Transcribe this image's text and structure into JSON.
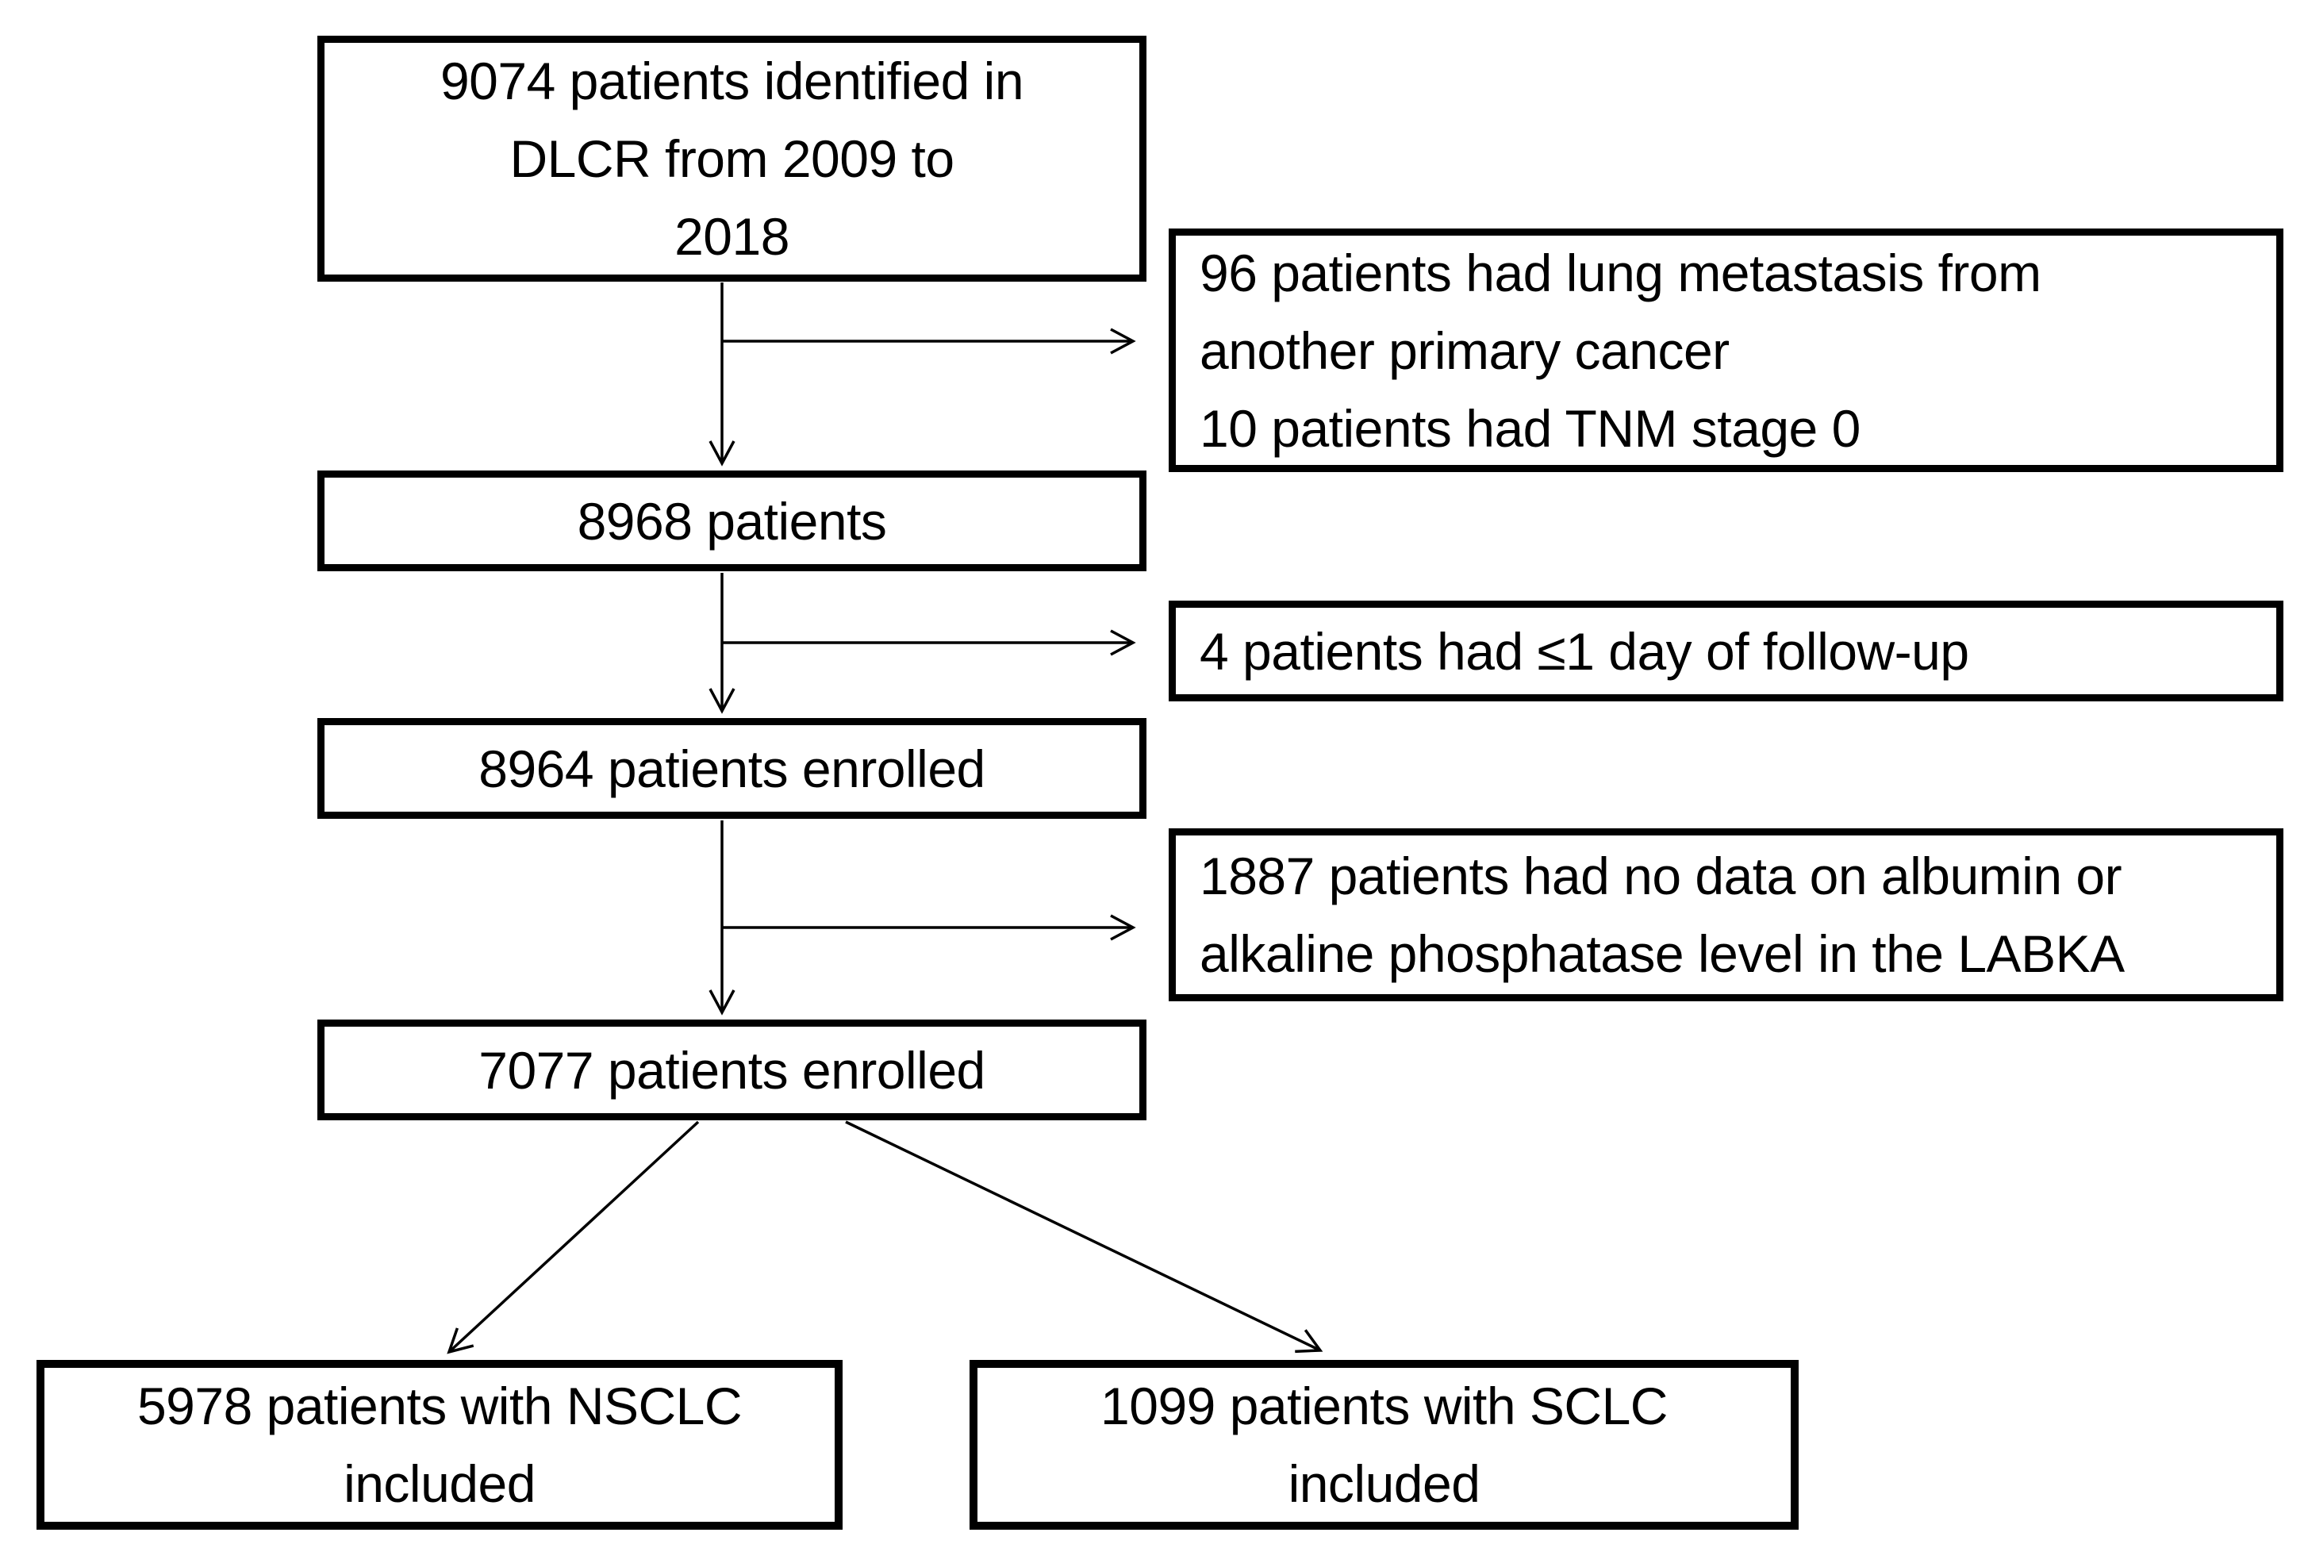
{
  "diagram": {
    "colors": {
      "background": "#ffffff",
      "line": "#000000",
      "text": "#000000"
    },
    "nodes": {
      "identified": {
        "lines": [
          "9074 patients identified in",
          "DLCR from 2009 to",
          "2018"
        ]
      },
      "excluded_metastasis": {
        "lines": [
          "96 patients had lung metastasis from",
          "another primary cancer",
          "10 patients had TNM stage 0"
        ]
      },
      "patients_8968": {
        "lines": [
          "8968 patients"
        ]
      },
      "excluded_followup": {
        "lines": [
          "4 patients had ≤1 day of follow-up"
        ]
      },
      "enrolled_8964": {
        "lines": [
          "8964 patients enrolled"
        ]
      },
      "excluded_labka": {
        "lines": [
          "1887 patients had no data on albumin or",
          "alkaline phosphatase level in the LABKA"
        ]
      },
      "enrolled_7077": {
        "lines": [
          "7077 patients enrolled"
        ]
      },
      "nsclc_included": {
        "lines": [
          "5978 patients with NSCLC",
          "included"
        ]
      },
      "sclc_included": {
        "lines": [
          "1099 patients with SCLC",
          "included"
        ]
      }
    },
    "edges": [
      {
        "from": "identified",
        "to": "patients_8968"
      },
      {
        "from": "identified",
        "to": "excluded_metastasis"
      },
      {
        "from": "patients_8968",
        "to": "enrolled_8964"
      },
      {
        "from": "patients_8968",
        "to": "excluded_followup"
      },
      {
        "from": "enrolled_8964",
        "to": "enrolled_7077"
      },
      {
        "from": "enrolled_8964",
        "to": "excluded_labka"
      },
      {
        "from": "enrolled_7077",
        "to": "nsclc_included"
      },
      {
        "from": "enrolled_7077",
        "to": "sclc_included"
      }
    ]
  }
}
